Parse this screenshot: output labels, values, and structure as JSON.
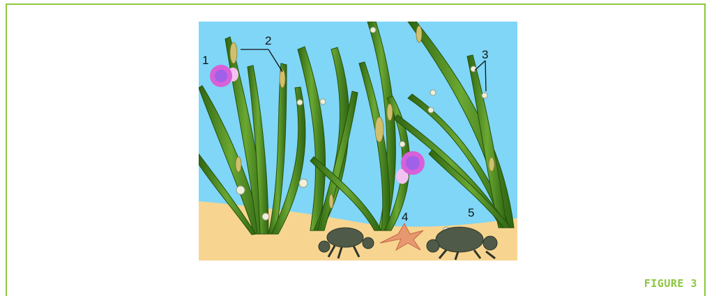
{
  "figure": {
    "caption": "FIGURE 3",
    "labels": {
      "l1": "1",
      "l2": "2",
      "l3": "3",
      "l4": "4",
      "l5": "5"
    }
  },
  "colors": {
    "frame": "#8cc63f",
    "water": "#7fd6f7",
    "sand": "#f7d590",
    "leaf": "#3d7a1e",
    "leaf_highlight": "#7fb83a",
    "anemone": "#d860d8",
    "crab": "#4f5a48",
    "starfish": "#e89870",
    "snail": "#eef0dc",
    "eggs": "#cfc070"
  },
  "icons": [
    "anemone-icon",
    "eggs-icon",
    "snail-icon",
    "starfish-icon",
    "crab-icon"
  ]
}
